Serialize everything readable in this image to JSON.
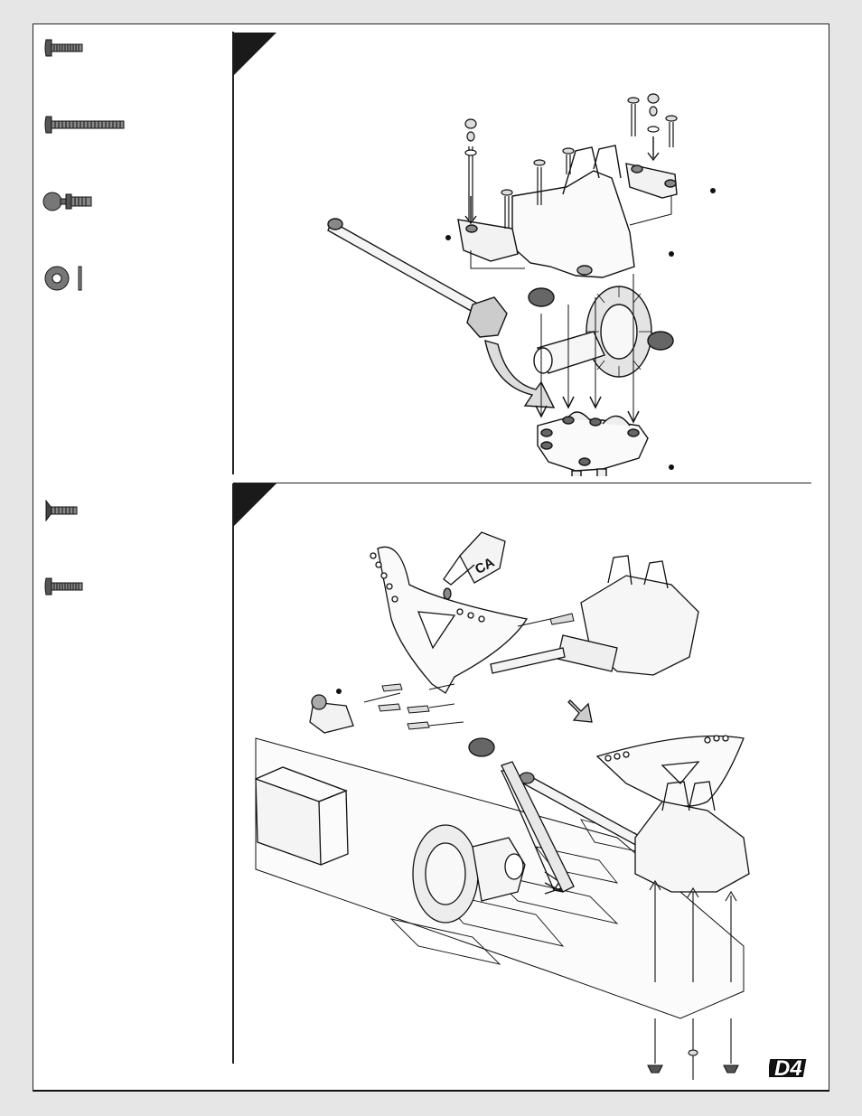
{
  "steps": [
    {
      "hardware": [
        {
          "icon": "button-head-screw-short-icon"
        },
        {
          "icon": "button-head-screw-long-icon"
        },
        {
          "icon": "ball-stud-icon"
        },
        {
          "icon": "washer-icon"
        }
      ],
      "callouts": 4
    },
    {
      "hardware": [
        {
          "icon": "flat-head-screw-icon"
        },
        {
          "icon": "button-head-screw-icon"
        }
      ],
      "callouts": 1,
      "glue_label": "CA"
    }
  ],
  "logo": {
    "text": "D4"
  },
  "colors": {
    "ink": "#1a1a1a",
    "paper": "#ffffff",
    "background": "#e6e6e6"
  }
}
